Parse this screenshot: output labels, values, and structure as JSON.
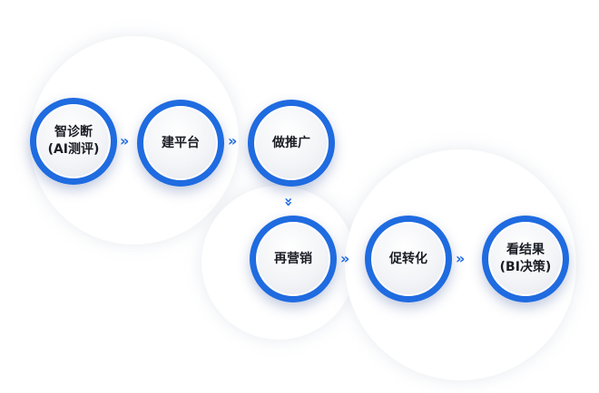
{
  "steps": [
    {
      "id": "diagnose",
      "line1": "智诊断",
      "line2": "(AI测评)"
    },
    {
      "id": "platform",
      "line1": "建平台",
      "line2": ""
    },
    {
      "id": "promotion",
      "line1": "做推广",
      "line2": ""
    },
    {
      "id": "remarketing",
      "line1": "再营销",
      "line2": ""
    },
    {
      "id": "conversion",
      "line1": "促转化",
      "line2": ""
    },
    {
      "id": "results",
      "line1": "看结果",
      "line2": "(BI决策)"
    }
  ],
  "arrow_glyph": "»",
  "colors": {
    "ring": "#1f6be0",
    "arrow": "#1f6be0",
    "label": "#1a1d24",
    "background": "#ffffff"
  }
}
